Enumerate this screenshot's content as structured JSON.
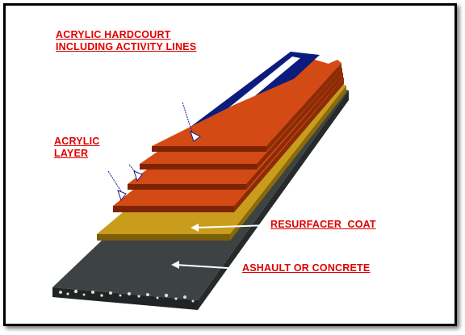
{
  "title": {
    "line1": "ACRYLIC HARDCOURT",
    "line2": "INCLUDING ACTIVITY LINES"
  },
  "layer_label": {
    "line1": "ACRYLIC",
    "line2": "LAYER"
  },
  "resurfacer_label": "RESURFACER  COAT",
  "base_label": "ASHAULT OR CONCRETE",
  "colors": {
    "label_red": "#e00000",
    "acrylic_orange": "#d34a14",
    "line_white": "#ffffff",
    "court_blue": "#0c1c7c",
    "resurfacer_gold": "#c99d1b",
    "base_gray": "#3d4242",
    "base_edge": "#222626"
  }
}
